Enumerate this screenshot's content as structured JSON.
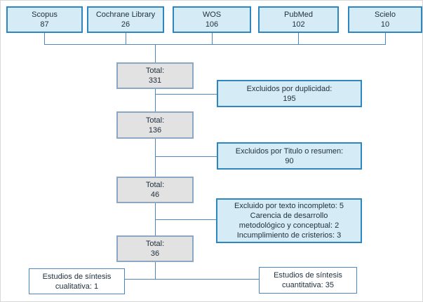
{
  "diagram": {
    "sources": [
      {
        "name": "Scopus",
        "count": "87"
      },
      {
        "name": "Cochrane Library",
        "count": "26"
      },
      {
        "name": "WOS",
        "count": "106"
      },
      {
        "name": "PubMed",
        "count": "102"
      },
      {
        "name": "Scielo",
        "count": "10"
      }
    ],
    "totals": [
      {
        "label": "Total:",
        "value": "331"
      },
      {
        "label": "Total:",
        "value": "136"
      },
      {
        "label": "Total:",
        "value": "46"
      },
      {
        "label": "Total:",
        "value": "36"
      }
    ],
    "exclusions": [
      {
        "line1": "Excluidos por duplicidad:",
        "line2": "195"
      },
      {
        "line1": "Excluidos por Titulo o resumen:",
        "line2": "90"
      },
      {
        "line1": "Excluido por texto incompleto: 5",
        "line2": "Carencia de desarrollo",
        "line3": "metodológico y conceptual: 2",
        "line4": "Incumplimiento de cristerios: 3"
      }
    ],
    "outcomes": [
      {
        "line1": "Estudios de síntesis",
        "line2": "cualitativa: 1"
      },
      {
        "line1": "Estudios de síntesis",
        "line2": "cuantitativa: 35"
      }
    ],
    "colors": {
      "blue_fill": "#d5ecf7",
      "blue_border": "#2e86c1",
      "gray_fill": "#e2e2e2",
      "gray_border": "#8ba7c4",
      "white_border": "#4a86c8",
      "line": "#4d87c0",
      "text": "#21303f"
    }
  }
}
